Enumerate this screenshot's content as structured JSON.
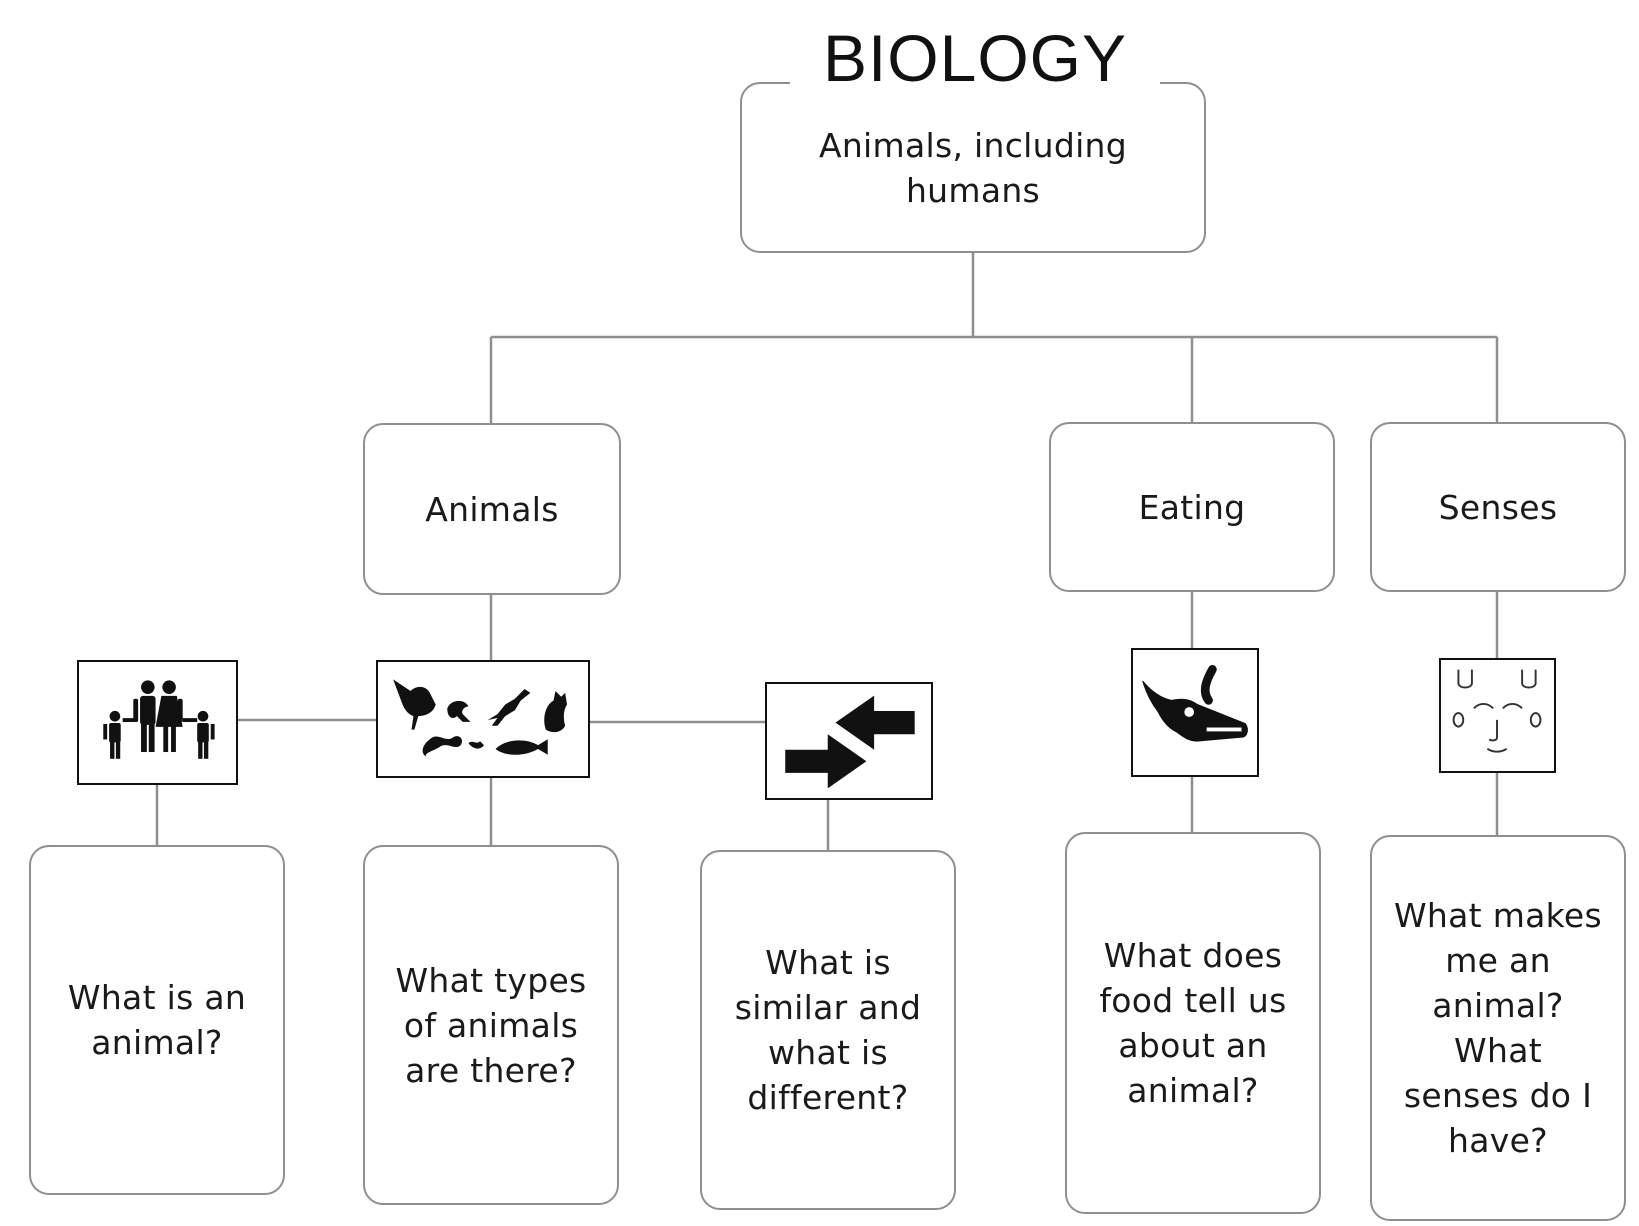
{
  "title": "BIOLOGY",
  "root": {
    "label": "Animals, including humans"
  },
  "topics": [
    {
      "label": "Animals"
    },
    {
      "label": "Eating"
    },
    {
      "label": "Senses"
    }
  ],
  "questions": [
    {
      "label": "What is an animal?",
      "icon": "family-icon"
    },
    {
      "label": "What types of animals are there?",
      "icon": "animal-silhouettes-icon"
    },
    {
      "label": "What is similar and what is different?",
      "icon": "opposite-arrows-icon"
    },
    {
      "label": "What does food tell us about an animal?",
      "icon": "animal-skull-icon"
    },
    {
      "label": "What makes me an animal? What senses do I have?",
      "icon": "face-senses-icon"
    }
  ]
}
